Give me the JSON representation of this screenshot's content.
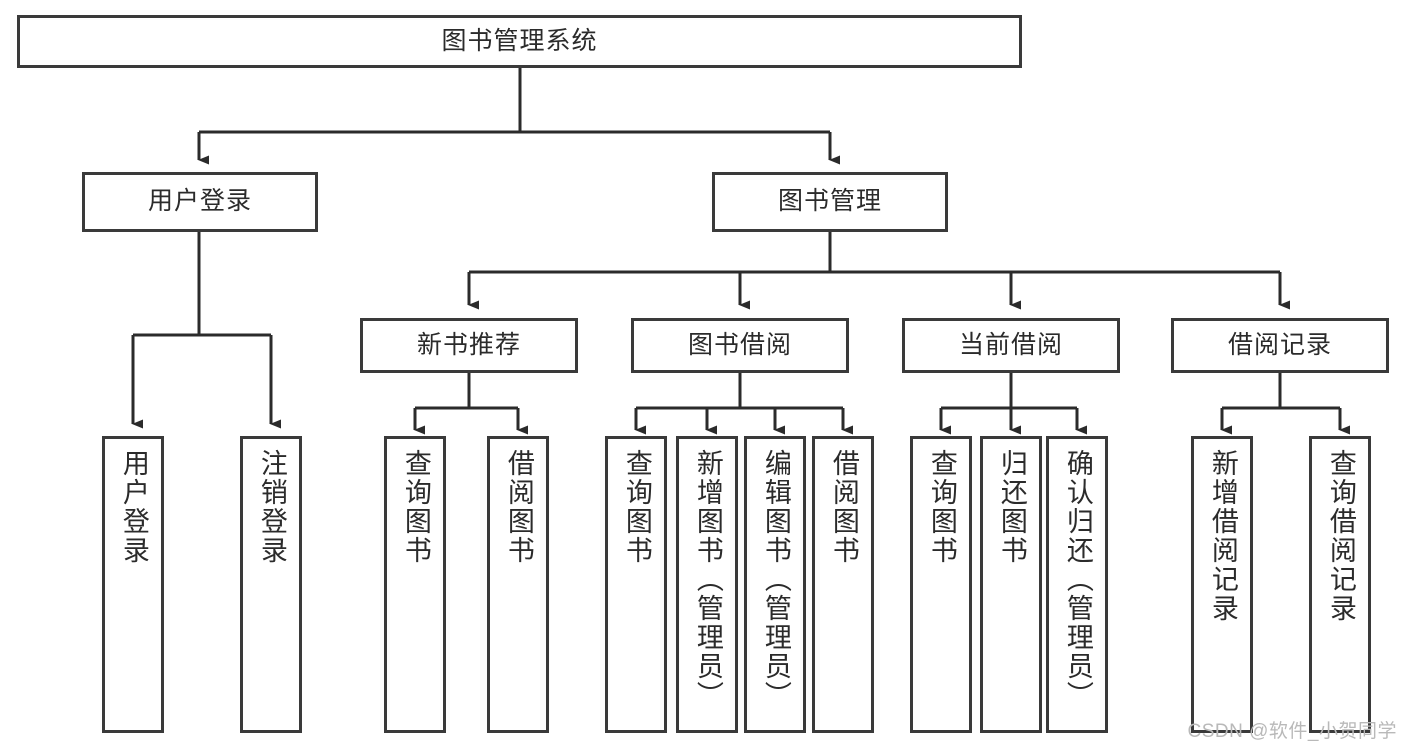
{
  "diagram": {
    "title": "图书管理系统",
    "type": "tree-hierarchy",
    "watermark": "CSDN @软件_小贺同学",
    "colors": {
      "box_border": "#3a3a3a",
      "box_fill": "#ffffff",
      "text": "#2b2b2b",
      "connector": "#2b2b2b",
      "watermark": "#b9b9b9"
    },
    "nodes": {
      "root": {
        "label": "图书管理系统"
      },
      "level1": [
        {
          "label": "用户登录"
        },
        {
          "label": "图书管理"
        }
      ],
      "level2": [
        {
          "label": "新书推荐"
        },
        {
          "label": "图书借阅"
        },
        {
          "label": "当前借阅"
        },
        {
          "label": "借阅记录"
        }
      ],
      "leaves": {
        "user_login": [
          {
            "label": "用户登录"
          },
          {
            "label": "注销登录"
          }
        ],
        "new_book_recommend": [
          {
            "label": "查询图书"
          },
          {
            "label": "借阅图书"
          }
        ],
        "book_borrow": [
          {
            "label": "查询图书"
          },
          {
            "label": "新增图书（管理员）"
          },
          {
            "label": "编辑图书（管理员）"
          },
          {
            "label": "借阅图书"
          }
        ],
        "current_borrow": [
          {
            "label": "查询图书"
          },
          {
            "label": "归还图书"
          },
          {
            "label": "确认归还（管理员）"
          }
        ],
        "borrow_record": [
          {
            "label": "新增借阅记录"
          },
          {
            "label": "查询借阅记录"
          }
        ]
      }
    }
  }
}
